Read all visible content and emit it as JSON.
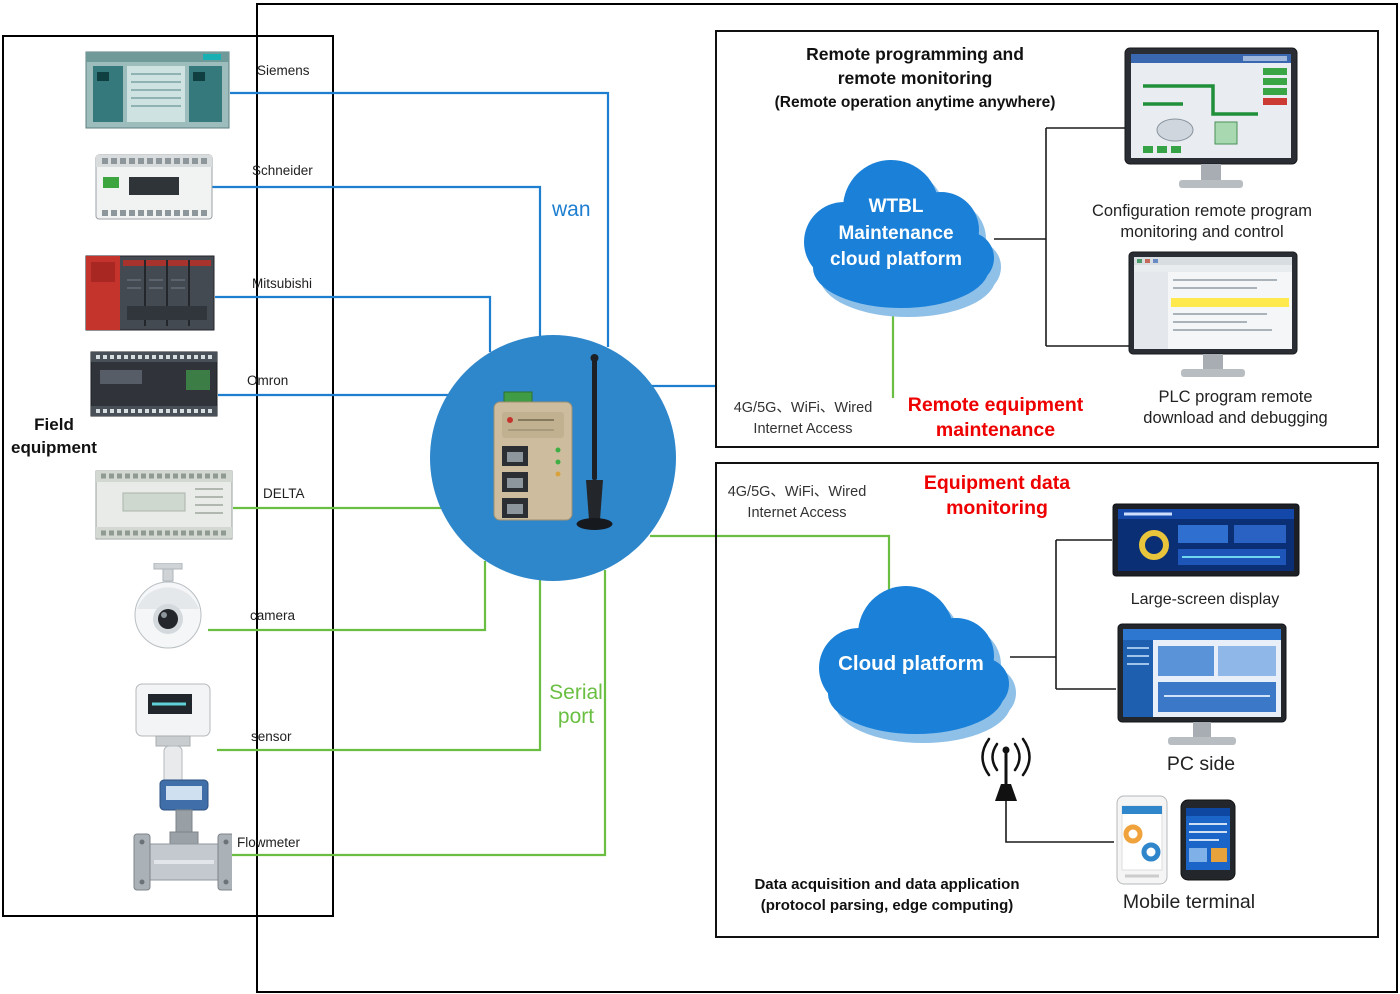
{
  "colors": {
    "wan_blue": "#1e7fd0",
    "serial_green": "#6abf43",
    "cloud_blue": "#1a80d8",
    "gateway_circle_blue": "#2f87cb",
    "highlight_red": "#ee0000"
  },
  "field_equipment": {
    "label": "Field\nequipment",
    "devices": [
      {
        "id": "siemens",
        "label": "Siemens"
      },
      {
        "id": "schneider",
        "label": "Schneider"
      },
      {
        "id": "mitsubishi",
        "label": "Mitsubishi"
      },
      {
        "id": "omron",
        "label": "Omron"
      },
      {
        "id": "delta",
        "label": "DELTA"
      },
      {
        "id": "camera",
        "label": "camera"
      },
      {
        "id": "sensor",
        "label": "sensor"
      },
      {
        "id": "flowmeter",
        "label": "Flowmeter"
      }
    ]
  },
  "gateway": {
    "wan_label": "wan",
    "serial_label": "Serial\nport"
  },
  "remote_maintenance_panel": {
    "title_line1": "Remote programming and",
    "title_line2": "remote monitoring",
    "subtitle": "(Remote operation anytime anywhere)",
    "cloud_label": "WTBL\nMaintenance\ncloud platform",
    "access_line1": "4G/5G、WiFi、Wired",
    "access_line2": "Internet Access",
    "highlight_line1": "Remote equipment",
    "highlight_line2": "maintenance",
    "config_caption_line1": "Configuration remote program",
    "config_caption_line2": "monitoring and control",
    "plc_caption_line1": "PLC program remote",
    "plc_caption_line2": "download and debugging"
  },
  "data_monitoring_panel": {
    "access_line1": "4G/5G、WiFi、Wired",
    "access_line2": "Internet Access",
    "highlight_line1": "Equipment data",
    "highlight_line2": "monitoring",
    "cloud_label": "Cloud platform",
    "large_screen_caption": "Large-screen display",
    "pc_caption": "PC side",
    "mobile_caption": "Mobile terminal",
    "footer_line1": "Data acquisition and data application",
    "footer_line2": "(protocol parsing, edge computing)"
  }
}
